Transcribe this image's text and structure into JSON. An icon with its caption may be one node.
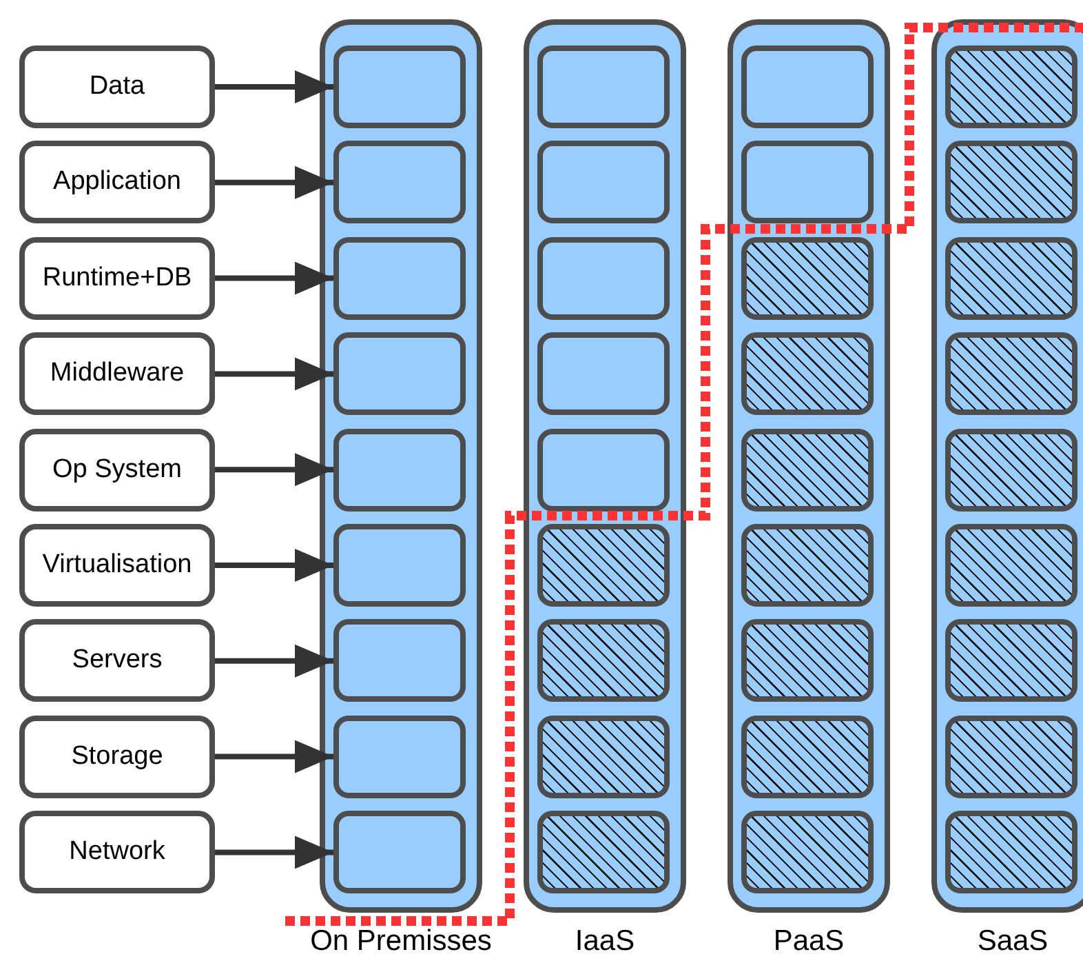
{
  "diagram": {
    "nodes": [
      {
        "text": [
          "Data"
        ]
      },
      {
        "text": [
          "Application"
        ]
      },
      {
        "text": [
          "Runtime+DB"
        ]
      },
      {
        "text": [
          "Middleware"
        ]
      },
      {
        "text": [
          "Op System"
        ]
      },
      {
        "text": [
          "Virtualisation"
        ]
      },
      {
        "text": [
          "Servers"
        ]
      },
      {
        "text": [
          "Storage"
        ]
      },
      {
        "text": [
          "Network"
        ]
      },
      {
        "text": [
          "On Premisses"
        ]
      },
      {
        "text": [],
        "shape": "box",
        "in": 9
      },
      {
        "text": [],
        "shape": "box",
        "in": 9
      },
      {
        "text": [],
        "shape": "box",
        "in": 9
      },
      {
        "text": [],
        "shape": "box",
        "in": 9
      },
      {
        "text": [],
        "shape": "box",
        "in": 9
      },
      {
        "text": [],
        "shape": "box",
        "in": 9
      },
      {
        "text": [],
        "shape": "box",
        "in": 9
      },
      {
        "text": [],
        "shape": "box",
        "in": 9
      },
      {
        "text": [],
        "shape": "box",
        "in": 9
      },
      {
        "text": [
          "IaaS"
        ]
      },
      {
        "text": [],
        "shape": "box",
        "in": 19
      },
      {
        "text": [],
        "shape": "box",
        "in": 19
      },
      {
        "text": [],
        "shape": "box",
        "in": 19
      },
      {
        "text": [],
        "shape": "box",
        "in": 19
      },
      {
        "text": [],
        "shape": "box",
        "in": 19
      },
      {
        "text": [],
        "shape": "box",
        "in": 19
      },
      {
        "text": [],
        "shape": "box",
        "in": 19
      },
      {
        "text": [],
        "shape": "box",
        "in": 19
      },
      {
        "text": [],
        "shape": "box",
        "in": 19
      },
      {
        "text": [
          "PaaS"
        ]
      },
      {
        "text": [],
        "shape": "box",
        "in": 29
      },
      {
        "text": [],
        "shape": "box",
        "in": 29
      },
      {
        "text": [],
        "shape": "box",
        "in": 29
      },
      {
        "text": [],
        "shape": "box",
        "in": 29
      },
      {
        "text": [],
        "shape": "box",
        "in": 29
      },
      {
        "text": [],
        "shape": "box",
        "in": 29
      },
      {
        "text": [],
        "shape": "box",
        "in": 29
      },
      {
        "text": [],
        "shape": "box",
        "in": 29
      },
      {
        "text": [],
        "shape": "box",
        "in": 29
      },
      {
        "text": [
          "SaaS"
        ]
      },
      {
        "text": [],
        "shape": "box",
        "in": 39
      },
      {
        "text": [],
        "shape": "box",
        "in": 39
      },
      {
        "text": [],
        "shape": "box",
        "in": 39
      },
      {
        "text": [],
        "shape": "box",
        "in": 39
      },
      {
        "text": [],
        "shape": "box",
        "in": 39
      },
      {
        "text": [],
        "shape": "box",
        "in": 39
      },
      {
        "text": [],
        "shape": "box",
        "in": 39
      },
      {
        "text": [],
        "shape": "box",
        "in": 39
      },
      {
        "text": [],
        "shape": "box",
        "in": 39
      }
    ],
    "edges": [
      {
        "from": 0,
        "to": 10,
        "arrow": "to"
      },
      {
        "from": 1,
        "to": 11,
        "arrow": "to"
      },
      {
        "from": 2,
        "to": 12,
        "arrow": "to"
      },
      {
        "from": 3,
        "to": 13,
        "arrow": "to"
      },
      {
        "from": 4,
        "to": 14,
        "arrow": "to"
      },
      {
        "from": 5,
        "to": 15,
        "arrow": "to"
      },
      {
        "from": 6,
        "to": 16,
        "arrow": "to"
      },
      {
        "from": 7,
        "to": 17,
        "arrow": "to"
      },
      {
        "from": 8,
        "to": 18,
        "arrow": "to"
      }
    ]
  }
}
